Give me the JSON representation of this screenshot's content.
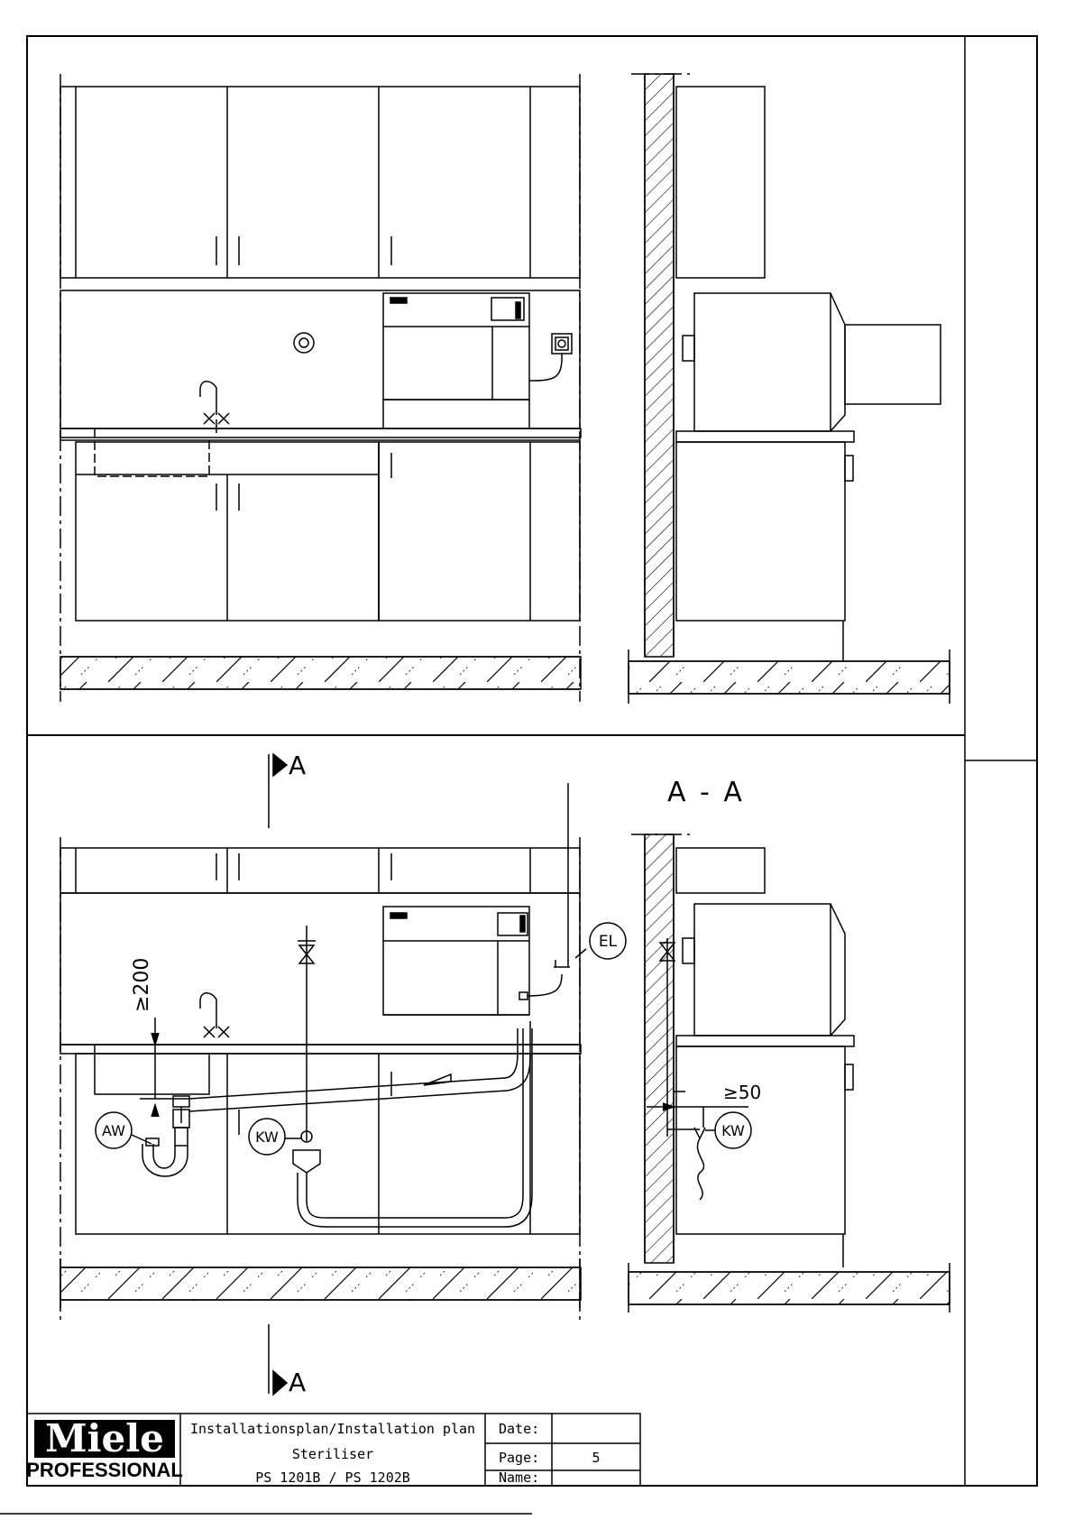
{
  "section_labels": {
    "top_arrow": "A",
    "bottom_arrow": "A",
    "section_title": "A - A"
  },
  "callouts": {
    "el": "EL",
    "aw": "AW",
    "kw_front": "KW",
    "kw_side": "KW"
  },
  "dimensions": {
    "height_min": "≥200",
    "wall_gap_min": "≥50"
  },
  "title_block": {
    "brand": "Miele",
    "brand_sub": "PROFESSIONAL",
    "plan_title": "Installationsplan/Installation plan",
    "product": "Steriliser",
    "models": "PS 1201B / PS 1202B",
    "date_label": "Date:",
    "date_value": "",
    "page_label": "Page:",
    "page_value": "5",
    "name_label": "Name:",
    "name_value": ""
  },
  "colors": {
    "line": "#000000",
    "paper": "#ffffff"
  }
}
